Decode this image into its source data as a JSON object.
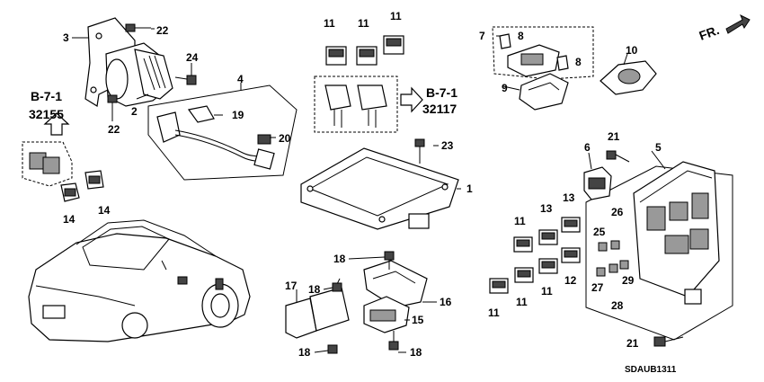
{
  "callouts": [
    {
      "id": "c1",
      "text": "1"
    },
    {
      "id": "c2",
      "text": "2"
    },
    {
      "id": "c3",
      "text": "3"
    },
    {
      "id": "c4",
      "text": "4"
    },
    {
      "id": "c5",
      "text": "5"
    },
    {
      "id": "c6",
      "text": "6"
    },
    {
      "id": "c7",
      "text": "7"
    },
    {
      "id": "c8a",
      "text": "8"
    },
    {
      "id": "c8b",
      "text": "8"
    },
    {
      "id": "c9",
      "text": "9"
    },
    {
      "id": "c10",
      "text": "10"
    },
    {
      "id": "c11a",
      "text": "11"
    },
    {
      "id": "c11b",
      "text": "11"
    },
    {
      "id": "c11c",
      "text": "11"
    },
    {
      "id": "c11d",
      "text": "11"
    },
    {
      "id": "c11e",
      "text": "11"
    },
    {
      "id": "c11f",
      "text": "11"
    },
    {
      "id": "c11g",
      "text": "11"
    },
    {
      "id": "c12",
      "text": "12"
    },
    {
      "id": "c13a",
      "text": "13"
    },
    {
      "id": "c13b",
      "text": "13"
    },
    {
      "id": "c14a",
      "text": "14"
    },
    {
      "id": "c14b",
      "text": "14"
    },
    {
      "id": "c15",
      "text": "15"
    },
    {
      "id": "c16",
      "text": "16"
    },
    {
      "id": "c17",
      "text": "17"
    },
    {
      "id": "c18a",
      "text": "18"
    },
    {
      "id": "c18b",
      "text": "18"
    },
    {
      "id": "c18c",
      "text": "18"
    },
    {
      "id": "c18d",
      "text": "18"
    },
    {
      "id": "c19",
      "text": "19"
    },
    {
      "id": "c20",
      "text": "20"
    },
    {
      "id": "c21a",
      "text": "21"
    },
    {
      "id": "c21b",
      "text": "21"
    },
    {
      "id": "c22a",
      "text": "22"
    },
    {
      "id": "c22b",
      "text": "22"
    },
    {
      "id": "c23",
      "text": "23"
    },
    {
      "id": "c24",
      "text": "24"
    },
    {
      "id": "c25",
      "text": "25"
    },
    {
      "id": "c26",
      "text": "26"
    },
    {
      "id": "c27",
      "text": "27"
    },
    {
      "id": "c28",
      "text": "28"
    },
    {
      "id": "c29",
      "text": "29"
    }
  ],
  "references": {
    "left_section": "B-7-1",
    "left_part": "32155",
    "mid_section": "B-7-1",
    "mid_part": "32117"
  },
  "direction_label": "FR.",
  "diagram_code": "SDAUB1311",
  "colors": {
    "line": "#000000",
    "fill_dark": "#444444",
    "fill_mid": "#999999",
    "background": "#ffffff"
  }
}
